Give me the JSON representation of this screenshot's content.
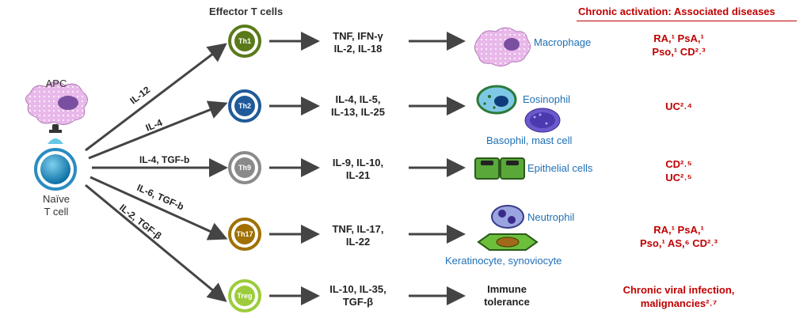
{
  "header": {
    "effector_title": "Effector T cells",
    "chronic_title": "Chronic activation: Associated diseases"
  },
  "left": {
    "apc_label": "APC",
    "naive_line1": "Naïve",
    "naive_line2": "T cell"
  },
  "signals": [
    "IL-12",
    "IL-4",
    "IL-4, TGF-b",
    "IL-6, TGF-b",
    "IL-2, TGF-β"
  ],
  "rows": [
    {
      "cell": "Th1",
      "color": "#5a7a1a",
      "cyto1": "TNF, IFN-γ",
      "cyto2": "IL-2, IL-18",
      "target": "Macrophage",
      "disease1": "RA,¹ PsA,¹",
      "disease2": "Pso,¹ CD²˒³"
    },
    {
      "cell": "Th2",
      "color": "#1f5a9a",
      "cyto1": "IL-4, IL-5,",
      "cyto2": "IL-13, IL-25",
      "target": "Eosinophil",
      "target2": "Basophil, mast cell",
      "disease1": "UC²˒⁴",
      "disease2": ""
    },
    {
      "cell": "Th9",
      "color": "#8a8a8a",
      "cyto1": "IL-9, IL-10,",
      "cyto2": "IL-21",
      "target": "Epithelial cells",
      "disease1": "CD²˒⁵",
      "disease2": "UC²˒⁵"
    },
    {
      "cell": "Th17",
      "color": "#a07000",
      "cyto1": "TNF, IL-17,",
      "cyto2": "IL-22",
      "target": "Neutrophil",
      "target2": "Keratinocyte, synoviocyte",
      "disease1": "RA,¹ PsA,¹",
      "disease2": "Pso,¹ AS,⁶ CD²˒³"
    },
    {
      "cell": "Treg",
      "color": "#9ccc3c",
      "cyto1": "IL-10, IL-35,",
      "cyto2": "TGF-β",
      "target": "Immune",
      "target2": "tolerance",
      "disease1": "Chronic viral infection,",
      "disease2": "malignancies²˒⁷"
    }
  ]
}
